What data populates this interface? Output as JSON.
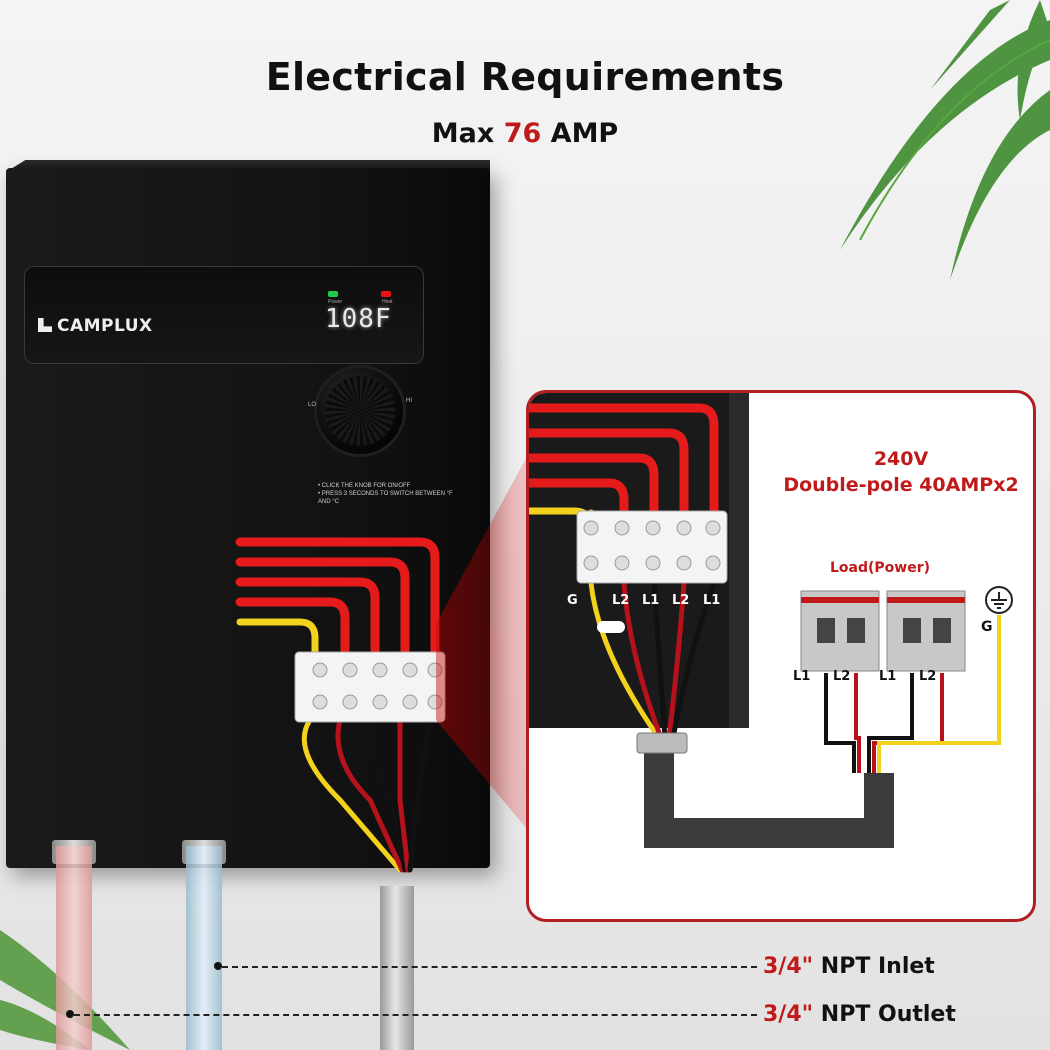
{
  "header": {
    "title": "Electrical Requirements",
    "subtitle_prefix": "Max",
    "subtitle_value": "76",
    "subtitle_suffix": "AMP"
  },
  "device": {
    "brand": "CAMPLUX",
    "display_reading": "108F",
    "led_power_label": "Power",
    "led_heat_label": "Heat",
    "knob_lo_label": "LO",
    "knob_hi_label": "HI",
    "instruction_1": "• CLICK THE KNOB FOR ON/OFF",
    "instruction_2": "• PRESS 3 SECONDS TO SWITCH BETWEEN °F AND °C"
  },
  "wiring_inset": {
    "voltage": "240V",
    "breaker": "Double-pole 40AMPx2",
    "load_label": "Load(Power)",
    "terminal_labels": [
      "G",
      "L2",
      "L1",
      "L2",
      "L1"
    ],
    "breaker_labels": [
      "L1",
      "L2",
      "L1",
      "L2"
    ],
    "ground_label": "G"
  },
  "callouts": {
    "inlet_size": "3/4\"",
    "inlet_text": "NPT Inlet",
    "outlet_size": "3/4\"",
    "outlet_text": "NPT Outlet"
  },
  "colors": {
    "accent_red": "#c01a1a",
    "wire_red": "#e51b1b",
    "wire_yellow": "#f2d21c",
    "wire_black": "#111111"
  }
}
